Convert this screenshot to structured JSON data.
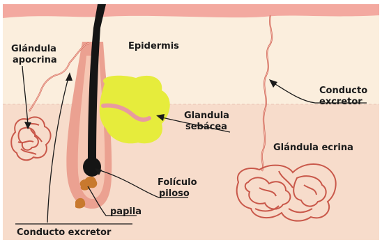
{
  "labels": {
    "glandula_apocrina_1": "Glándula",
    "glandula_apocrina_2": "apocrina",
    "epidermis": "Epidermis",
    "conducto_excretor_right_1": "Conducto",
    "conducto_excretor_right_2": "excretor",
    "glandula_sebacea_1": "Glandula",
    "glandula_sebacea_2": "sebácea",
    "glandula_ecrina": "Glándula ecrina",
    "foliculo_piloso_1": "Folículo",
    "foliculo_piloso_2": "piloso",
    "papila": "papila",
    "conducto_excretor_bottom": "Conducto excretor"
  },
  "colors": {
    "epidermis_band": "#f3a9a0",
    "upper_skin": "#fbeedd",
    "dermis": "#f7dccb",
    "gland_line": "#c9584a",
    "sebaceous": "#e6ec3c",
    "hair": "#151515",
    "follicle": "#eba191",
    "papilla": "#c8792e"
  }
}
